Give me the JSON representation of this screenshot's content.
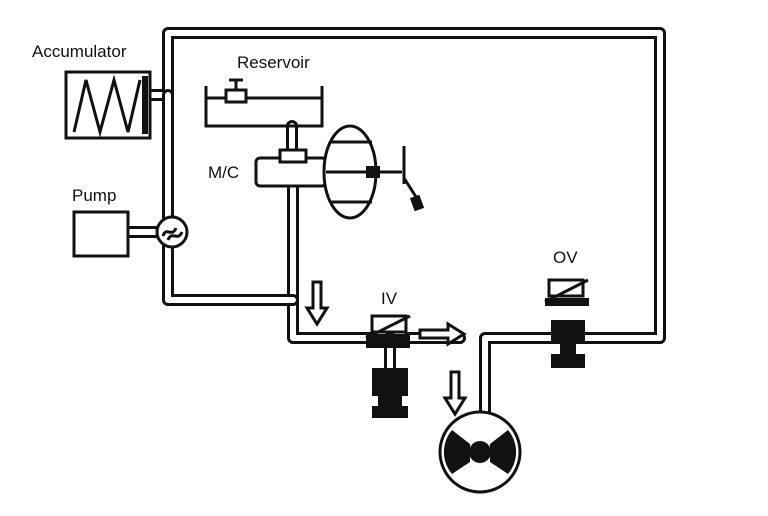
{
  "labels": {
    "accumulator": "Accumulator",
    "reservoir": "Reservoir",
    "mc": "M/C",
    "pump": "Pump",
    "iv": "IV",
    "ov": "OV"
  },
  "colors": {
    "line": "#111111",
    "background": "#ffffff"
  },
  "icons": {
    "pump": "pump-impeller-icon",
    "flow": "arrow-icon",
    "valve": "solenoid-valve-icon"
  }
}
